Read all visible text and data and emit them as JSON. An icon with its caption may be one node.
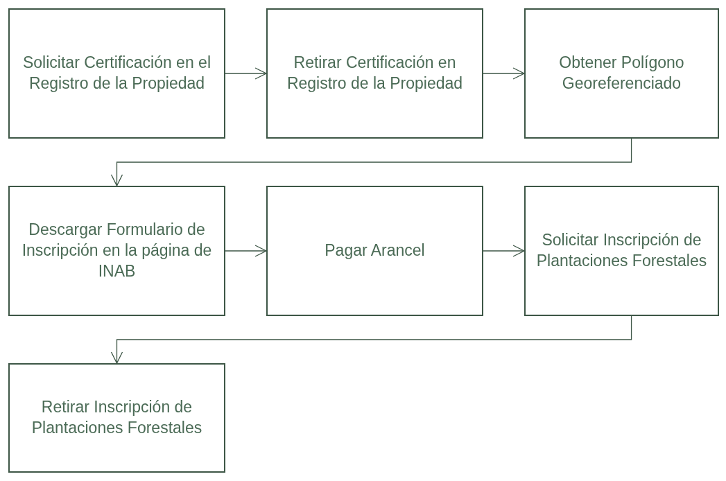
{
  "diagram": {
    "nodes": [
      {
        "text": [
          "Solicitar Certificación en el Registro de la Propiedad"
        ]
      },
      {
        "text": [
          "Retirar Certificación en Registro de la Propiedad"
        ]
      },
      {
        "text": [
          "Obtener Polígono Georeferenciado"
        ]
      },
      {
        "text": [
          "Descargar Formulario de Inscripción en la página de INAB"
        ]
      },
      {
        "text": [
          "Pagar Arancel"
        ]
      },
      {
        "text": [
          "Solicitar Inscripción de Plantaciones Forestales"
        ]
      },
      {
        "text": [
          "Retirar Inscripción de Plantaciones Forestales"
        ]
      }
    ],
    "edges": [
      {
        "from": 0,
        "to": 1,
        "arrow": "to"
      },
      {
        "from": 1,
        "to": 2,
        "arrow": "to"
      },
      {
        "from": 2,
        "to": 3,
        "arrow": "to"
      },
      {
        "from": 3,
        "to": 4,
        "arrow": "to"
      },
      {
        "from": 4,
        "to": 5,
        "arrow": "to"
      },
      {
        "from": 5,
        "to": 6,
        "arrow": "to"
      }
    ]
  }
}
